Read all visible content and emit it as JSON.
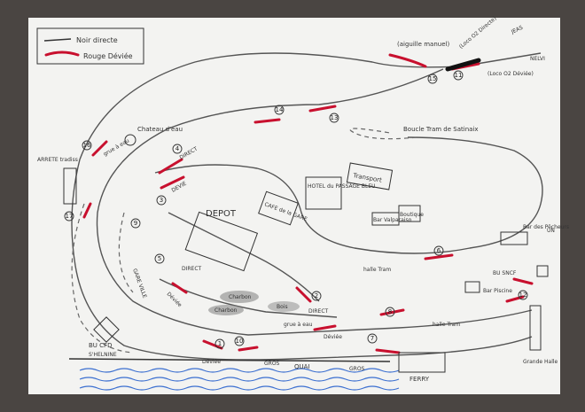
{
  "legend": {
    "black_line": "Noir directe",
    "red_line": "Rouge Déviée"
  },
  "labels": {
    "aiguille_manuel": "(aiguille manuel)",
    "loco_o2_directe": "(Loco O2 Directe)",
    "loco_o2_deviee": "(Loco O2 Déviée)",
    "jeas": "JEAS",
    "nelvi": "NELVI",
    "chateau_eau": "Chateau d'eau",
    "grue_a_eau": "grue à eau",
    "boucle_tram": "Boucle Tram de Satinaix",
    "arrete_tradiss": "ARRETE tradiss",
    "depot": "DEPOT",
    "cafe_gare": "CAFE de la GARE",
    "hotel_bleu": "HOTEL du PASSAGE BLEU",
    "transport": "Transport",
    "bar_valparaiso": "Bar Valparaiso",
    "boutique": "Boutique",
    "bar_pecheurs": "Bar des Pêcheurs",
    "un": "UN",
    "halle_tram": "halle Tram",
    "halle_tram_2": "halle Tram",
    "bu_sncf": "BU SNCF",
    "bar_piscine": "Bar Piscine",
    "grande_halle": "Grande Halle",
    "bu_cfd": "BU CFD",
    "shelnine": "S'HELNINE",
    "quai": "QUAI",
    "ferry": "FERRY",
    "gros_1": "GROS",
    "gros_2": "GROS",
    "direct_1": "DIRECT",
    "direct_2": "DIRECT",
    "devie_1": "DEVIE",
    "devie_2": "Déviée",
    "devie_3": "Déviée",
    "devie_4": "Déviée",
    "direct_3": "DIRECT",
    "grue_a_eau_2": "grue à eau",
    "gare_ville": "GARE VILLE",
    "charbon_1": "Charbon",
    "charbon_2": "Charbon",
    "bois": "Bois"
  },
  "switch_numbers": [
    "1",
    "2",
    "3",
    "4",
    "5",
    "6",
    "7",
    "8",
    "9",
    "10",
    "11",
    "12",
    "13",
    "14",
    "15",
    "16",
    "17"
  ],
  "colors": {
    "paper": "#f3f3f1",
    "ink": "#333333",
    "red": "#c8102e",
    "water": "#3b6fd0"
  }
}
